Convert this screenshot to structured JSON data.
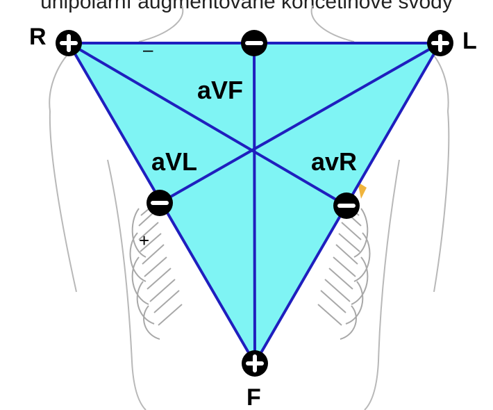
{
  "caption": "unipolární augmentované končetinové svody",
  "corners": {
    "right_arm": "R",
    "left_arm": "L",
    "foot": "F"
  },
  "leads": {
    "avf": "aVF",
    "avl": "aVL",
    "avr": "avR"
  },
  "stray_marks": {
    "minus": "–",
    "plus": "+"
  },
  "polarity_icons": [
    "plus-icon",
    "minus-icon"
  ],
  "colors": {
    "triangle_fill": "#7ff4f4",
    "lines": "#1f1fbe",
    "electrode": "#000000",
    "sketch": "#b8b8b8",
    "accent": "#f0b43c"
  }
}
